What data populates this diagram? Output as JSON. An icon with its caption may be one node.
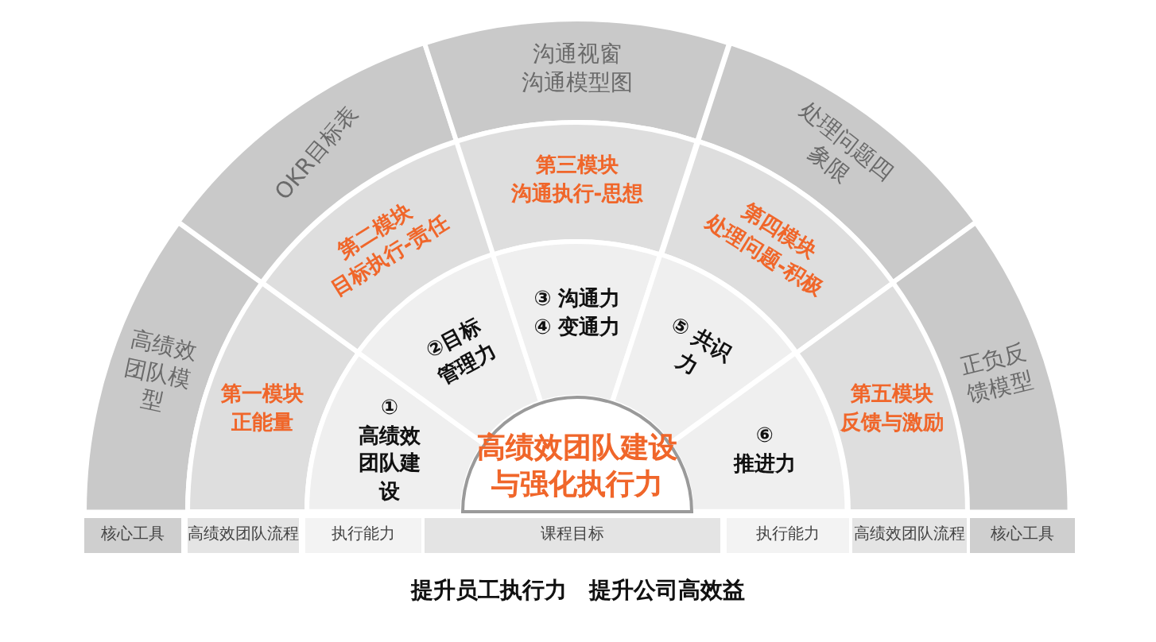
{
  "diagram": {
    "caption": "提升员工执行力　提升公司高效益",
    "nodes": [
      {
        "text": [
          "高绩效团队模型"
        ]
      },
      {
        "text": [
          "OKR目标表"
        ]
      },
      {
        "text": [
          "沟通视窗",
          "沟通模型图"
        ]
      },
      {
        "text": [
          "处理问题四象限"
        ]
      },
      {
        "text": [
          "正负反馈模型"
        ]
      },
      {
        "text": [
          "第一模块",
          "正能量"
        ]
      },
      {
        "text": [
          "第二模块",
          "目标执行-责任"
        ]
      },
      {
        "text": [
          "第三模块",
          "沟通执行-思想"
        ]
      },
      {
        "text": [
          "第四模块",
          "处理问题-积极"
        ]
      },
      {
        "text": [
          "第五模块",
          "反馈与激励"
        ]
      },
      {
        "text": [
          "①",
          "高绩效团队建设"
        ]
      },
      {
        "text": [
          "②目标管理力"
        ]
      },
      {
        "text": [
          "③ 沟通力",
          "④ 变通力"
        ]
      },
      {
        "text": [
          "⑤ 共识力"
        ]
      },
      {
        "text": [
          "⑥",
          "推进力"
        ]
      },
      {
        "text": [
          "高绩效团队建设与强化执行力"
        ]
      },
      {
        "text": [
          "核心工具"
        ]
      },
      {
        "text": [
          "高绩效团队流程"
        ]
      },
      {
        "text": [
          "执行能力"
        ]
      },
      {
        "text": [
          "课程目标"
        ]
      },
      {
        "text": [
          "执行能力"
        ]
      },
      {
        "text": [
          "高绩效团队流程"
        ]
      },
      {
        "text": [
          "核心工具"
        ]
      }
    ]
  }
}
